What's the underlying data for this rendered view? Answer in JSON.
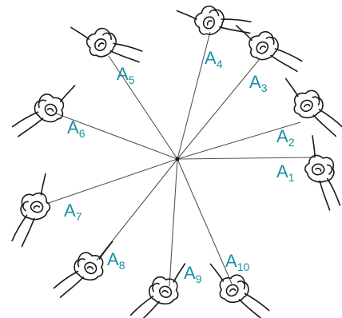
{
  "colors": {
    "label": "#1a8fa6",
    "string": "#555555",
    "ink": "#1a1a1a"
  },
  "icons": {
    "hand": "hand-pulling-string-icon",
    "center": "center-knot"
  },
  "anchors": [
    {
      "label": "A",
      "sub": "1"
    },
    {
      "label": "A",
      "sub": "2"
    },
    {
      "label": "A",
      "sub": "3"
    },
    {
      "label": "A",
      "sub": "4"
    },
    {
      "label": "A",
      "sub": "5"
    },
    {
      "label": "A",
      "sub": "6"
    },
    {
      "label": "A",
      "sub": "7"
    },
    {
      "label": "A",
      "sub": "8"
    },
    {
      "label": "A",
      "sub": "9"
    },
    {
      "label": "A",
      "sub": "10"
    }
  ]
}
